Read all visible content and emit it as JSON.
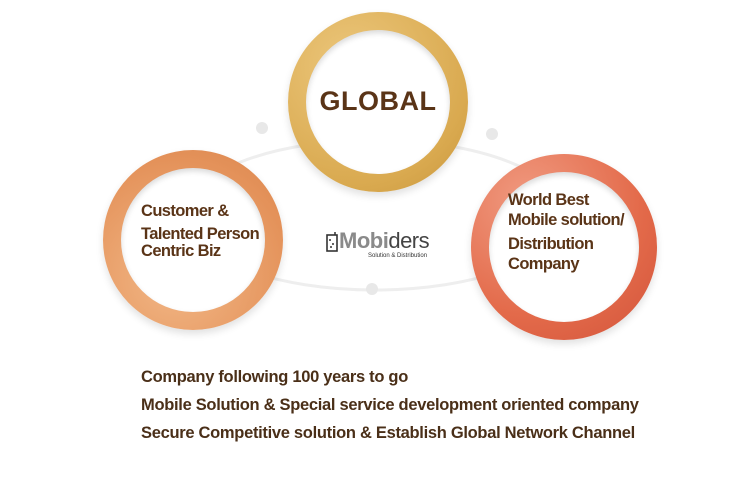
{
  "circles": {
    "top": {
      "title": "GLOBAL",
      "color": "#e2b866"
    },
    "left": {
      "lines": [
        "Customer &",
        "Talented Person",
        "Centric Biz"
      ],
      "color": "#e99a5e"
    },
    "right": {
      "lines": [
        "World Best",
        "Mobile solution/",
        "Distribution",
        "Company"
      ],
      "color": "#e46a48"
    }
  },
  "logo": {
    "name": "Mobiders",
    "name_part1": "Mobi",
    "name_part2": "ders",
    "tagline": "Solution & Distribution"
  },
  "descriptions": [
    "Company following 100 years to go",
    "Mobile Solution & Special service development oriented company",
    "Secure Competitive solution & Establish Global Network Channel"
  ]
}
